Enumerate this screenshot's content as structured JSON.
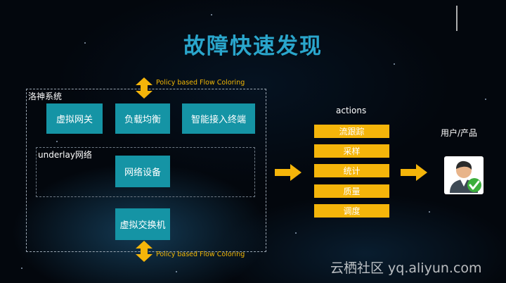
{
  "title": "故障快速发现",
  "system_label": "洛神系统",
  "underlay_label": "underlay网络",
  "policy_label_top": "Policy based Flow Coloring",
  "policy_label_bottom": "Policy based Flow Coloring",
  "boxes": {
    "virtual_gateway": "虚拟网关",
    "load_balancer": "负载均衡",
    "smart_access": "智能接入终端",
    "network_device": "网络设备",
    "virtual_switch": "虚拟交换机"
  },
  "actions_label": "actions",
  "actions": [
    "流跟踪",
    "采样",
    "统计",
    "质量",
    "调度"
  ],
  "user_label": "用户/产品",
  "watermark": "云栖社区 yq.aliyun.com",
  "colors": {
    "title": "#2aa6cc",
    "teal": "#1594a5",
    "orange": "#f5b50a",
    "policy_text": "#f2b705"
  },
  "icons": [
    "double-arrow-icon",
    "right-arrow-icon",
    "user-icon",
    "checkmark-icon"
  ]
}
